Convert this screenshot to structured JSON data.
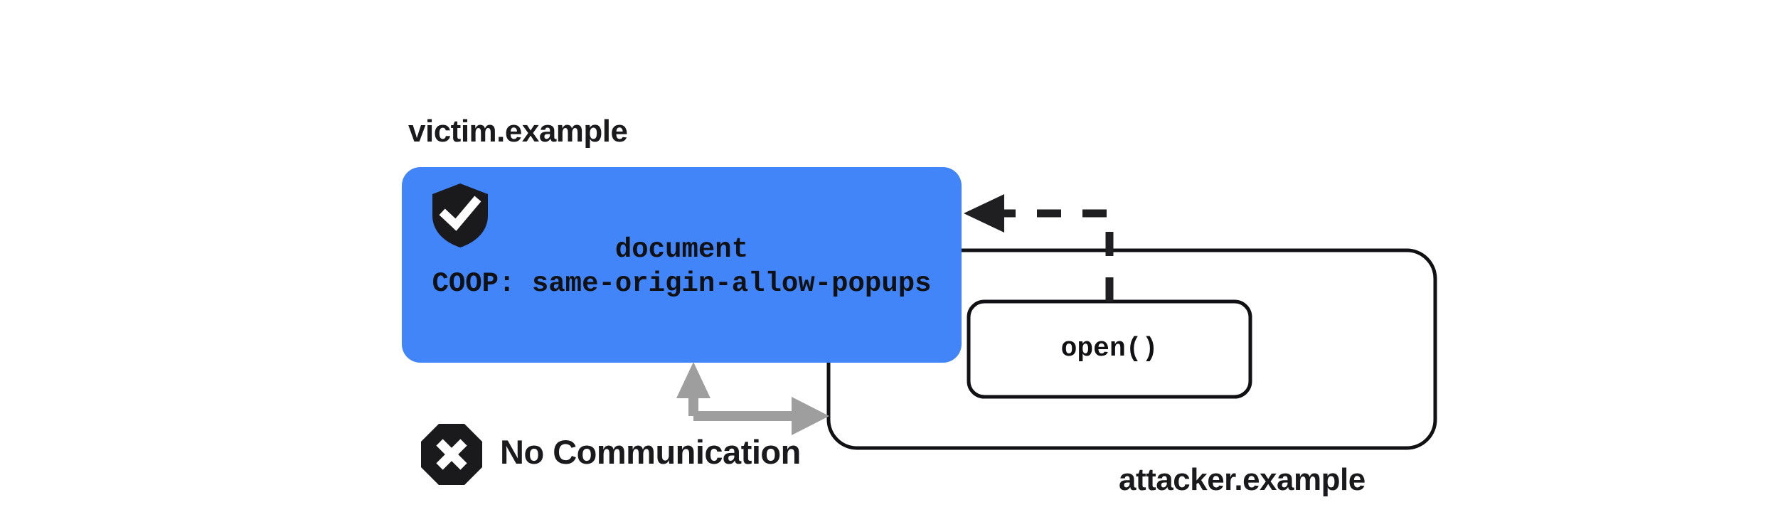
{
  "diagram": {
    "title_victim": "victim.example",
    "title_attacker": "attacker.example",
    "victim_box": {
      "fill_color": "#4285F8",
      "document_label": "document",
      "coop_label": "COOP: same-origin-allow-popups",
      "icon": "shield-check-icon",
      "icon_color": "#1a1a1d",
      "icon_check_color": "#ffffff"
    },
    "attacker_box": {
      "outline_color": "#111113",
      "open_call_label": "open()"
    },
    "relations": {
      "popup_arrow": {
        "icon": "dashed-arrow-icon",
        "style": "dashed",
        "color": "#1f1f22",
        "direction": "attacker-to-victim"
      },
      "no_communication": {
        "label": "No Communication",
        "icon": "x-octagon-icon",
        "icon_color": "#1a1a1d",
        "icon_mark_color": "#ffffff",
        "arrow_color": "#9e9e9e",
        "arrow_direction": "bidirectional-elbow"
      }
    }
  }
}
